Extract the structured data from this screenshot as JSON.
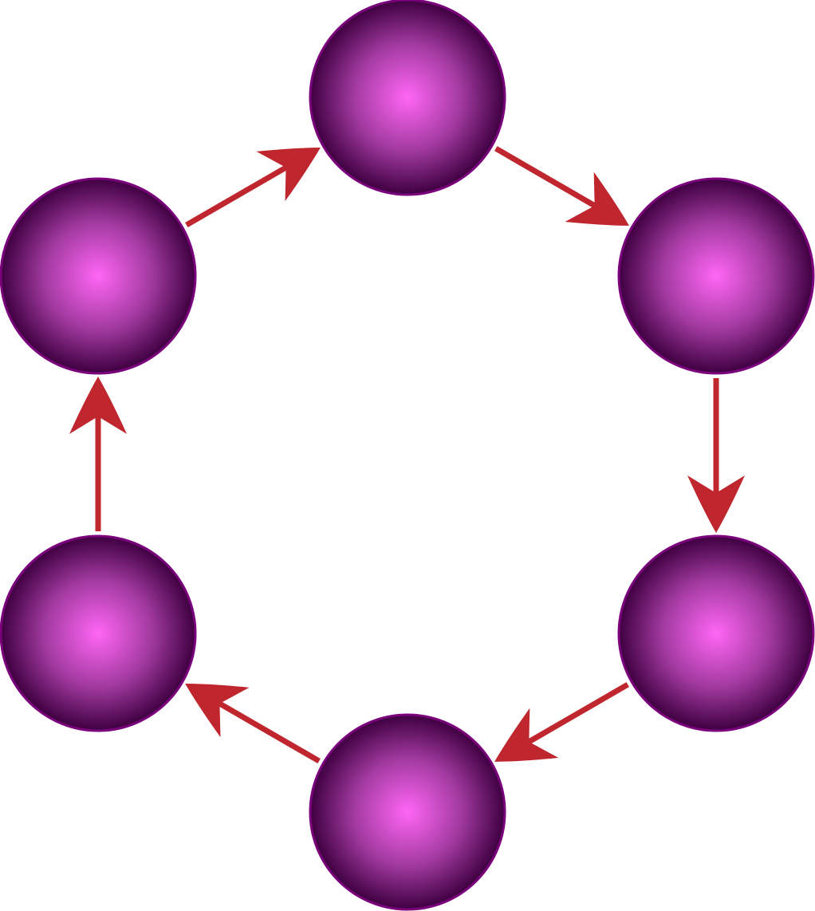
{
  "diagram": {
    "type": "cycle",
    "direction": "clockwise",
    "node_count": 6,
    "nodes": [
      {
        "id": "top"
      },
      {
        "id": "upper-right"
      },
      {
        "id": "lower-right"
      },
      {
        "id": "bottom"
      },
      {
        "id": "lower-left"
      },
      {
        "id": "upper-left"
      }
    ],
    "edges": [
      {
        "from": "upper-left",
        "to": "top"
      },
      {
        "from": "top",
        "to": "upper-right"
      },
      {
        "from": "upper-right",
        "to": "lower-right"
      },
      {
        "from": "lower-right",
        "to": "bottom"
      },
      {
        "from": "bottom",
        "to": "lower-left"
      },
      {
        "from": "lower-left",
        "to": "upper-left"
      }
    ]
  },
  "colors": {
    "node_center": "#ff66f5",
    "node_mid": "#a23aa0",
    "node_edge": "#3e0040",
    "node_outline": "#7a007c",
    "arrow": "#c0262d",
    "background": "#ffffff"
  }
}
